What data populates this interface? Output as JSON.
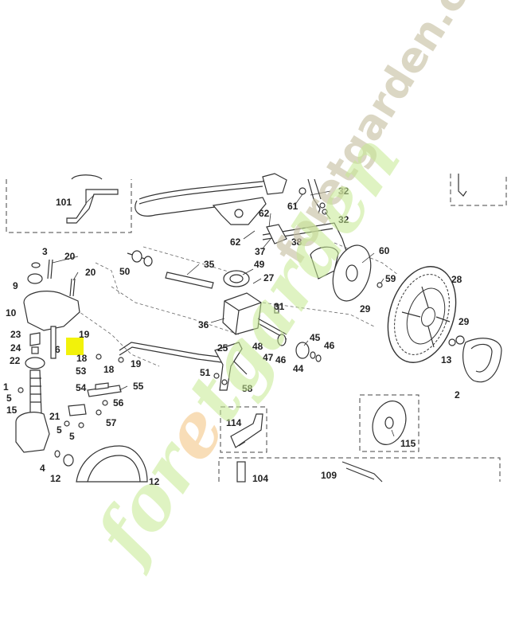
{
  "diagram": {
    "labels": {
      "l101": "101",
      "l32a": "32",
      "l32b": "32",
      "l61": "61",
      "l62a": "62",
      "l62b": "62",
      "l37": "37",
      "l38": "38",
      "l3": "3",
      "l20a": "20",
      "l20b": "20",
      "l9": "9",
      "l10": "10",
      "l35": "35",
      "l49": "49",
      "l50": "50",
      "l27": "27",
      "l60": "60",
      "l59": "59",
      "l29a": "29",
      "l28": "28",
      "l31": "31",
      "l36": "36",
      "l45": "45",
      "l46a": "46",
      "l46b": "46",
      "l47": "47",
      "l48": "48",
      "l44": "44",
      "l29b": "29",
      "l13": "13",
      "l2": "2",
      "l23": "23",
      "l24": "24",
      "l6": "6",
      "l19a": "19",
      "l18a": "18",
      "l22": "22",
      "l53": "53",
      "l18b": "18",
      "l19b": "19",
      "l25": "25",
      "l51": "51",
      "l58": "58",
      "l54": "54",
      "l55": "55",
      "l1": "1",
      "l5a": "5",
      "l15": "15",
      "l56": "56",
      "l21": "21",
      "l57": "57",
      "l5b": "5",
      "l5c": "5",
      "l114": "114",
      "l115": "115",
      "l4": "4",
      "l12a": "12",
      "l12b": "12",
      "l104": "104",
      "l109": "109"
    },
    "highlight_color": "#f2f20a",
    "watermark": {
      "url": "foretgarden.com",
      "brand_parts": [
        "for",
        "e",
        "t",
        "garden"
      ],
      "colors": {
        "green": "#c6ea92",
        "orange": "#f3c27d",
        "gray": "#c9c2a6"
      }
    }
  }
}
